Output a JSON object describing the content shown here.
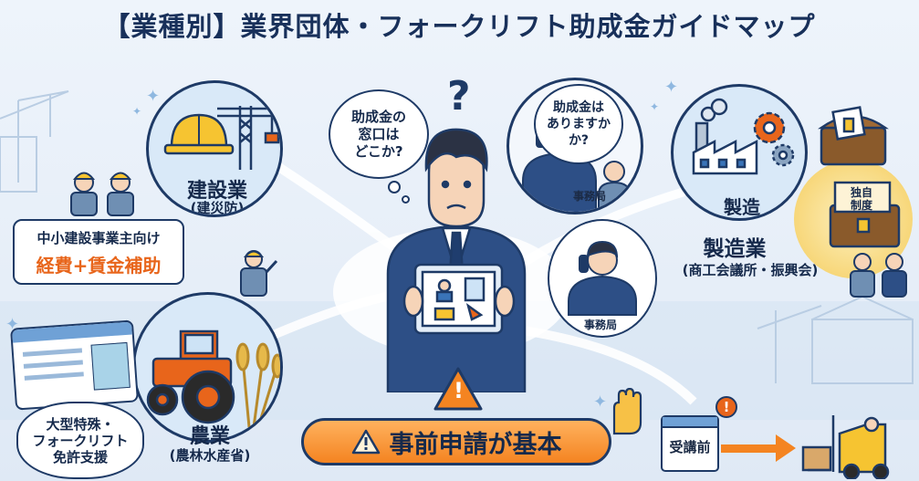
{
  "title": "【業種別】業界団体・フォークリフト助成金ガイドマップ",
  "center": {
    "question_mark": "?",
    "thought_bubble": [
      "助成金の",
      "窓口は",
      "どこか?"
    ],
    "warning_mark": "!"
  },
  "phone_top": {
    "bubble": [
      "助成金は",
      "ありますか",
      "か?"
    ],
    "office_label": "事務局"
  },
  "phone_right": {
    "office_label": "事務局"
  },
  "construction": {
    "label": "建設業",
    "sublabel": "(建災防)",
    "callout_line1": "中小建設事業主向け",
    "callout_line2": "経費+賃金補助"
  },
  "manufacturing": {
    "circle_label": "製造",
    "label": "製造業",
    "sublabel": "(商工会議所・振興会)",
    "chest_label": "独自制度",
    "chest_label_lines": [
      "独自",
      "制度"
    ]
  },
  "agriculture": {
    "label": "農業",
    "sublabel": "(農林水産省)",
    "license_text": [
      "大型特殊・",
      "フォークリフト",
      "免許支援"
    ]
  },
  "bottom": {
    "warning": "事前申請が基本",
    "calendar_label": "受講前",
    "calendar_alert": "!"
  },
  "colors": {
    "navy": "#1e3a66",
    "orange": "#f48421",
    "circle_fill": "#d9e9f8",
    "gold": "#f7d77a"
  }
}
